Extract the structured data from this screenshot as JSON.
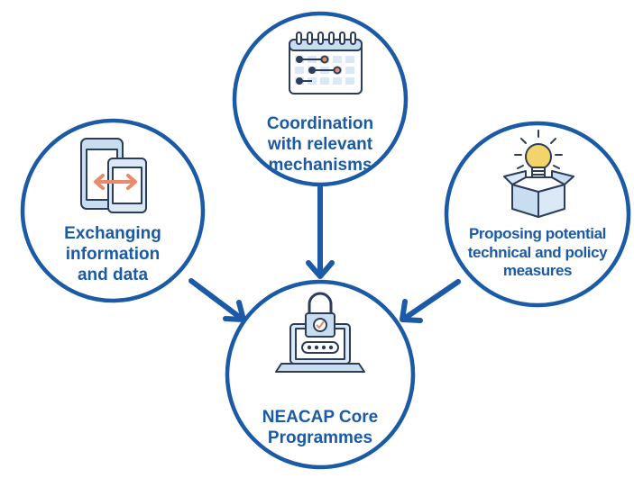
{
  "colors": {
    "primary_blue": "#1a5aa6",
    "icon_outline": "#2b3d5a",
    "icon_fill_light": "#c9ddf1",
    "accent_orange": "#e98a6a",
    "accent_yellow": "#f3d36b"
  },
  "nodes": {
    "coordination": {
      "lines": [
        "Coordination",
        "with relevant",
        "mechanisms"
      ],
      "icon": "calendar-icon"
    },
    "exchanging": {
      "lines": [
        "Exchanging",
        "information",
        "and data"
      ],
      "icon": "devices-exchange-icon"
    },
    "proposing": {
      "lines": [
        "Proposing potential",
        "technical and policy",
        "measures"
      ],
      "icon": "lightbulb-box-icon"
    },
    "core": {
      "lines": [
        "NEACAP Core",
        "Programmes"
      ],
      "icon": "laptop-lock-icon"
    }
  },
  "edges": [
    {
      "from": "coordination",
      "to": "core"
    },
    {
      "from": "exchanging",
      "to": "core"
    },
    {
      "from": "proposing",
      "to": "core"
    }
  ]
}
